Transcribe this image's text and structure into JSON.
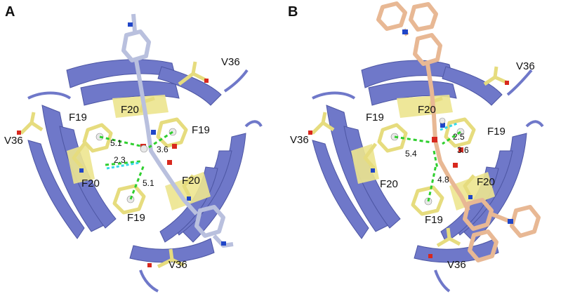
{
  "panels": [
    {
      "letter": "A",
      "residues": {
        "v36_top": "V36",
        "v36_left": "V36",
        "v36_bottom": "V36",
        "f20_top": "F20",
        "f20_left": "F20",
        "f20_right": "F20",
        "f19_left": "F19",
        "f19_right": "F19",
        "f19_bottom": "F19"
      },
      "distances": [
        "5.1",
        "3.6",
        "2.3",
        "5.1"
      ],
      "ligand_color": "#b9c0de"
    },
    {
      "letter": "B",
      "residues": {
        "v36_top": "V36",
        "v36_left": "V36",
        "v36_bottom": "V36",
        "f20_top": "F20",
        "f20_left": "F20",
        "f20_right": "F20",
        "f19_left": "F19",
        "f19_right": "F19",
        "f19_bottom": "F19"
      },
      "distances": [
        "2.5",
        "5.4",
        "3.6",
        "4.8"
      ],
      "ligand_color": "#e8b894"
    }
  ],
  "colors": {
    "ribbon": "#6f78c9",
    "ribbon_dark": "#4d56a3",
    "sidechain": "#e6dc7e",
    "hbond": "#2fcf2f",
    "oxygen": "#d8281e",
    "nitrogen": "#2046c8"
  }
}
